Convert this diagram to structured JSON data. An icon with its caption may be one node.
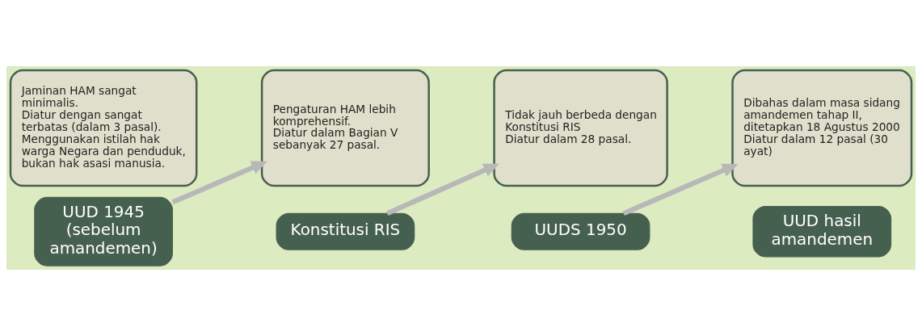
{
  "diagram": {
    "nodes": [
      {
        "text": [
          "Jaminan HAM sangat minimalis.",
          "Diatur dengan sangat terbatas (dalam 3 pasal).",
          "Menggunakan istilah hak warga Negara dan penduduk, bukan hak asasi manusia."
        ]
      },
      {
        "text": [
          "UUD 1945 (sebelum amandemen)"
        ]
      },
      {
        "text": [
          "Konstitusi RIS"
        ]
      },
      {
        "text": [
          "Pengaturan HAM lebih komprehensif.",
          "Diatur dalam Bagian V sebanyak 27 pasal."
        ]
      },
      {
        "text": [
          "Tidak jauh berbeda dengan Konstitusi RIS",
          "Diatur dalam 28 pasal."
        ]
      },
      {
        "text": [
          "UUDS 1950"
        ]
      },
      {
        "text": [
          "UUD hasil amandemen"
        ]
      },
      {
        "text": [
          "Dibahas dalam masa sidang amandemen tahap II, ditetapkan 18 Agustus 2000",
          "Diatur dalam 12 pasal (30 ayat)"
        ]
      }
    ],
    "edges": [
      {
        "from": 1,
        "to": 3,
        "arrow": "to"
      },
      {
        "from": 2,
        "to": 4,
        "arrow": "to"
      },
      {
        "from": 5,
        "to": 7,
        "arrow": "to"
      }
    ]
  }
}
